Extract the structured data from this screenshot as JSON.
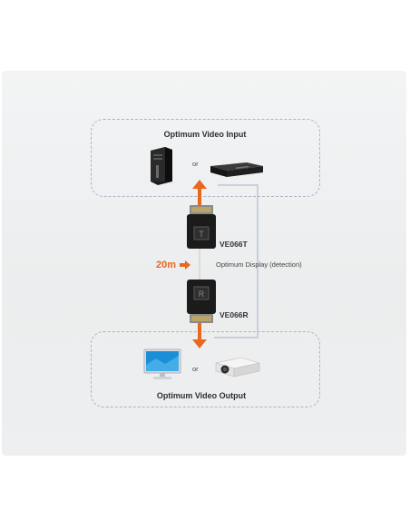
{
  "diagram": {
    "input_title": "Optimum Video Input",
    "output_title": "Optimum Video Output",
    "or_text_top": "or",
    "or_text_bottom": "or",
    "transmitter_label": "VE066T",
    "receiver_label": "VE066R",
    "distance_label": "20m",
    "detection_label": "Optimum Display (detection)",
    "accent_color": "#e8681e",
    "line_color": "#9fb3c8",
    "icons": [
      "pc-tower-icon",
      "dvd-player-icon",
      "monitor-icon",
      "projector-icon",
      "transmitter-dongle-icon",
      "receiver-dongle-icon"
    ]
  }
}
